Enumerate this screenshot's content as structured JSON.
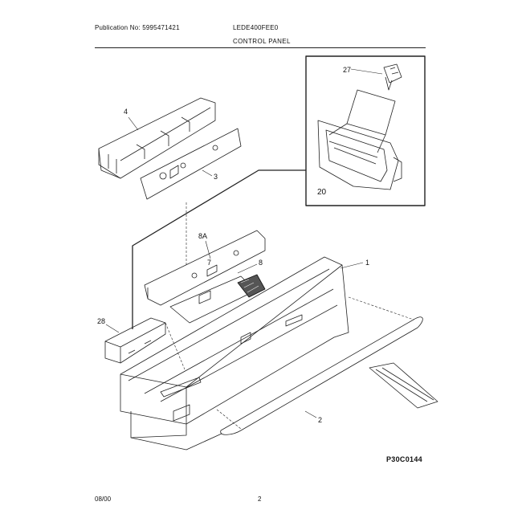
{
  "header": {
    "publication": "Publication No: 5995471421",
    "model": "LEDE400FEE0",
    "section": "CONTROL PANEL"
  },
  "callouts": {
    "p4": "4",
    "p3": "3",
    "p27": "27",
    "p20": "20",
    "p8a": "8A",
    "p7": "7",
    "p8": "8",
    "p1": "1",
    "p28": "28",
    "p2": "2"
  },
  "footer": {
    "date": "08/00",
    "page": "2",
    "figure_code": "P30C0144"
  }
}
